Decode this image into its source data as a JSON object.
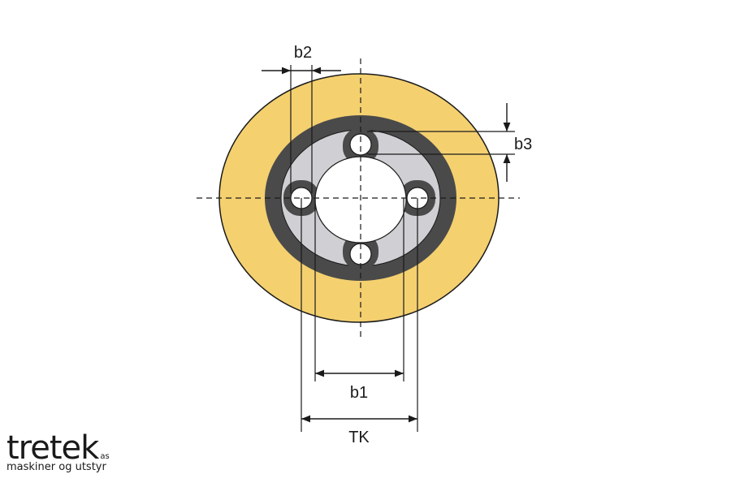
{
  "labels": {
    "b1": "b1",
    "b2": "b2",
    "b3": "b3",
    "tk": "TK"
  },
  "logo": {
    "name": "tretek",
    "suffix": "as",
    "tagline": "maskiner og utstyr"
  },
  "colors": {
    "outer_ring": "#f4d06f",
    "dark_ring": "#4a4a4a",
    "hub": "#cfcfd4",
    "line": "#1a1a1a"
  }
}
